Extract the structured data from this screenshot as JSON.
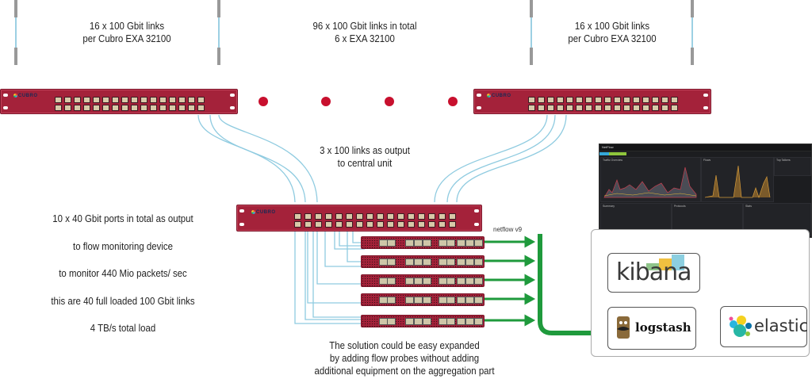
{
  "diagram": {
    "top_labels": {
      "left": [
        "16  x  100 Gbit links",
        "per Cubro EXA 32100"
      ],
      "center": [
        "96  x  100 Gbit links in total",
        "6 x EXA 32100"
      ],
      "right": [
        "16  x  100 Gbit links",
        "per Cubro EXA 32100"
      ]
    },
    "aggregators": {
      "left": {
        "brand": "CUBRO",
        "ports": 32
      },
      "right": {
        "brand": "CUBRO",
        "ports": 32
      },
      "central": {
        "brand": "CUBRO",
        "ports": 32
      },
      "ellipsis_dots": 4
    },
    "output_label": [
      "3 x 100 links as output",
      "to central unit"
    ],
    "left_notes": [
      "10 x 40 Gbit ports in total as output",
      "to flow monitoring device",
      "to monitor 440 Mio packets/ sec",
      "this are 40 full loaded 100 Gbit links",
      "4 TB/s total load"
    ],
    "probes": {
      "count": 5
    },
    "netflow_label": "netflow v9",
    "bottom_note": [
      "The solution could be easy expanded",
      "by adding flow probes without adding",
      "additional equipment on the aggregation part"
    ],
    "stack": {
      "kibana": "kibana",
      "logstash": "logstash",
      "elastic": "elastic"
    },
    "dashboard": {
      "app_title": "NetFlow",
      "panels": [
        "Traffic Overview",
        "Flows",
        "Top Talkers",
        "Summary",
        "Protocols",
        "Stats"
      ]
    },
    "colors": {
      "rack": "#a4223a",
      "cable": "#8fcbe0",
      "arrow": "#1f9a3c",
      "kibana_green": "#8fc48a",
      "kibana_yellow": "#f0c040",
      "kibana_blue": "#8ccfe0"
    }
  }
}
